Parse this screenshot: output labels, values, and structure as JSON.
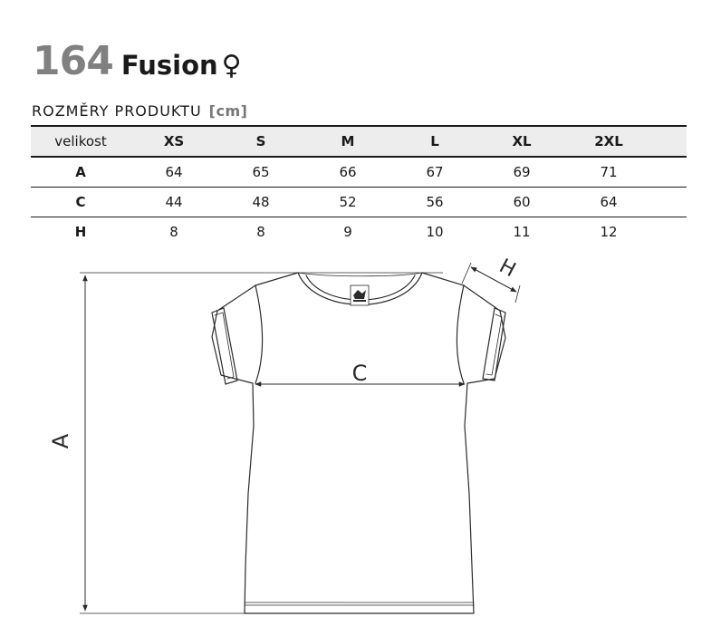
{
  "product": {
    "code": "164",
    "name": "Fusion",
    "gender_symbol": "♀"
  },
  "subtitle": {
    "label": "ROZMĚRY PRODUKTU",
    "unit": "[cm]"
  },
  "table": {
    "headers": [
      "velikost",
      "XS",
      "S",
      "M",
      "L",
      "XL",
      "2XL"
    ],
    "rows": [
      {
        "label": "A",
        "values": [
          "64",
          "65",
          "66",
          "67",
          "69",
          "71"
        ]
      },
      {
        "label": "C",
        "values": [
          "44",
          "48",
          "52",
          "56",
          "60",
          "64"
        ]
      },
      {
        "label": "H",
        "values": [
          "8",
          "8",
          "9",
          "10",
          "11",
          "12"
        ]
      }
    ]
  },
  "diagram": {
    "labels": {
      "a": "A",
      "c": "C",
      "h": "H"
    },
    "line_color": "#2b2b2b"
  }
}
